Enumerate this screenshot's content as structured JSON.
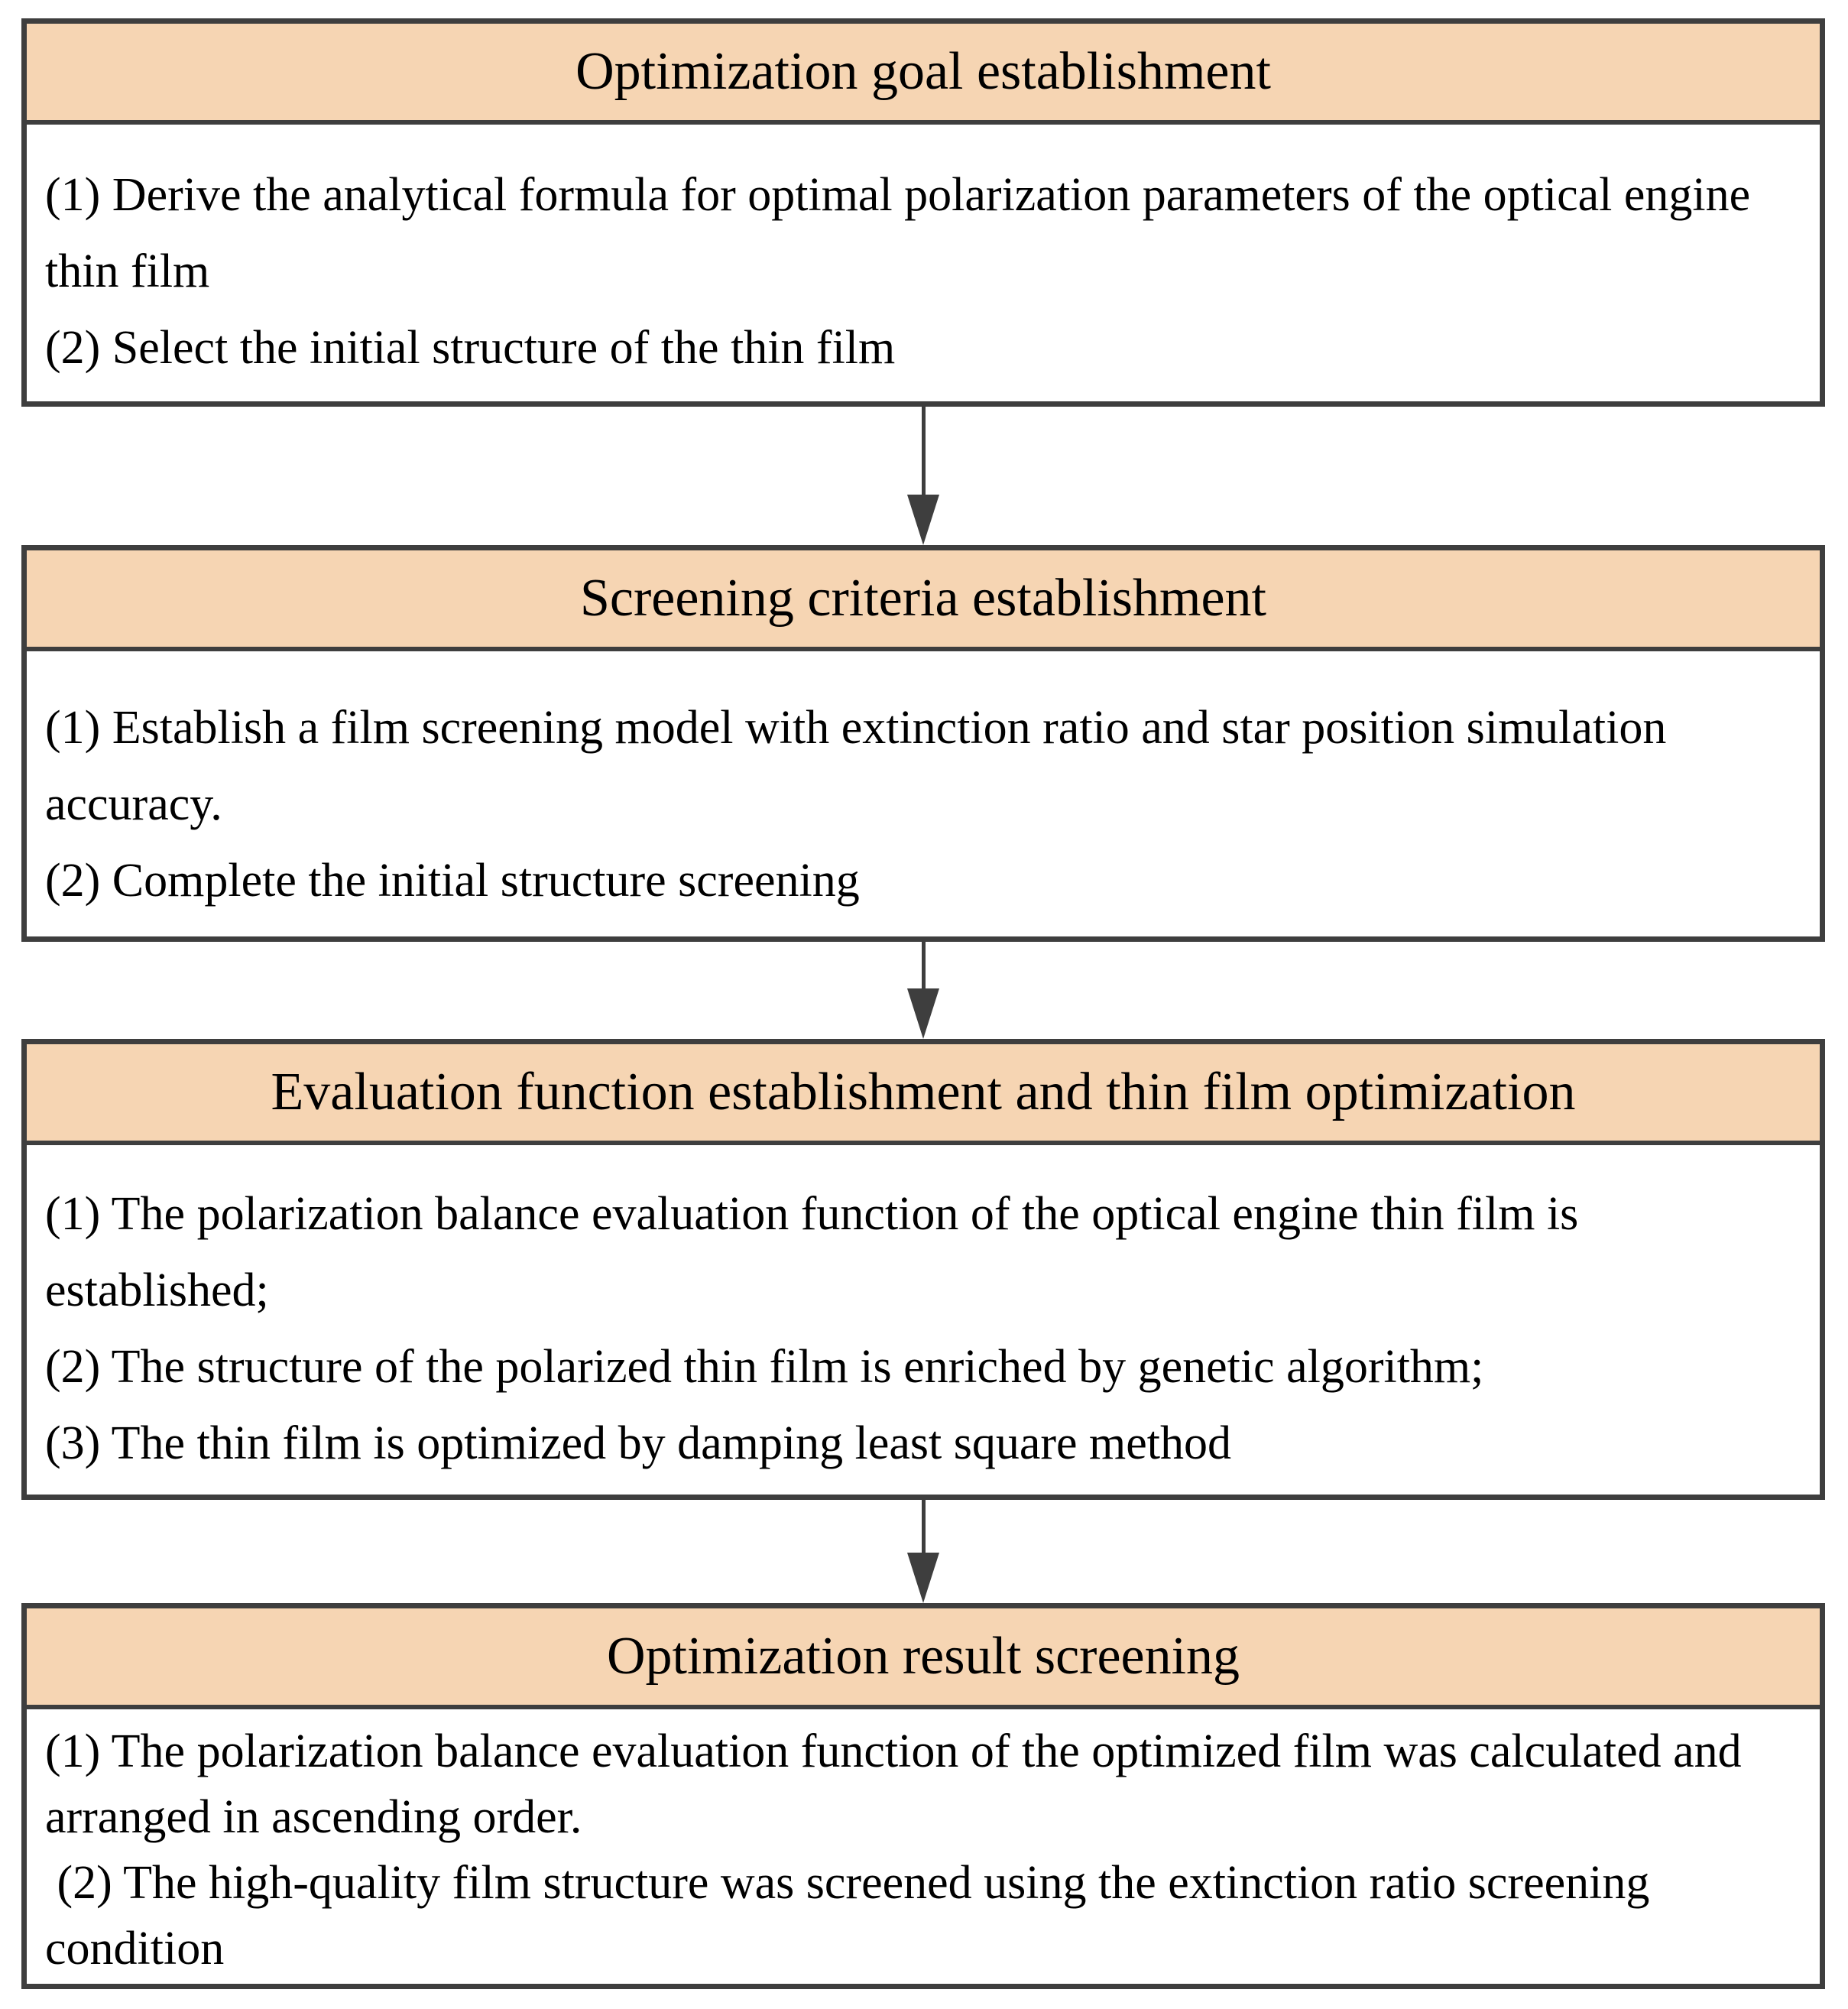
{
  "colors": {
    "background": "#FFFFFF",
    "header_fill": "#F6D5B3",
    "border": "#3E3E3E",
    "text": "#000000"
  },
  "icons": {
    "down_arrow": "▼"
  },
  "stages": [
    {
      "title": "Optimization goal establishment",
      "items": [
        "(1) Derive the analytical formula for optimal polarization parameters of the optical engine thin film",
        "(2) Select the initial structure of the thin film"
      ]
    },
    {
      "title": "Screening criteria establishment",
      "items": [
        "(1) Establish a film screening model with extinction ratio and star position simulation accuracy.",
        "(2) Complete the initial structure screening"
      ]
    },
    {
      "title": "Evaluation function establishment and thin film optimization",
      "items": [
        "(1) The polarization balance evaluation function of the optical engine thin film is established;",
        "(2) The structure of the polarized thin film is enriched by genetic algorithm;",
        "(3) The thin film is optimized by damping least square method"
      ]
    },
    {
      "title": "Optimization result screening",
      "items": [
        "(1) The polarization balance evaluation function of the optimized film was calculated and arranged in ascending order.",
        " (2) The high-quality film structure was screened using the extinction ratio screening condition"
      ]
    }
  ]
}
